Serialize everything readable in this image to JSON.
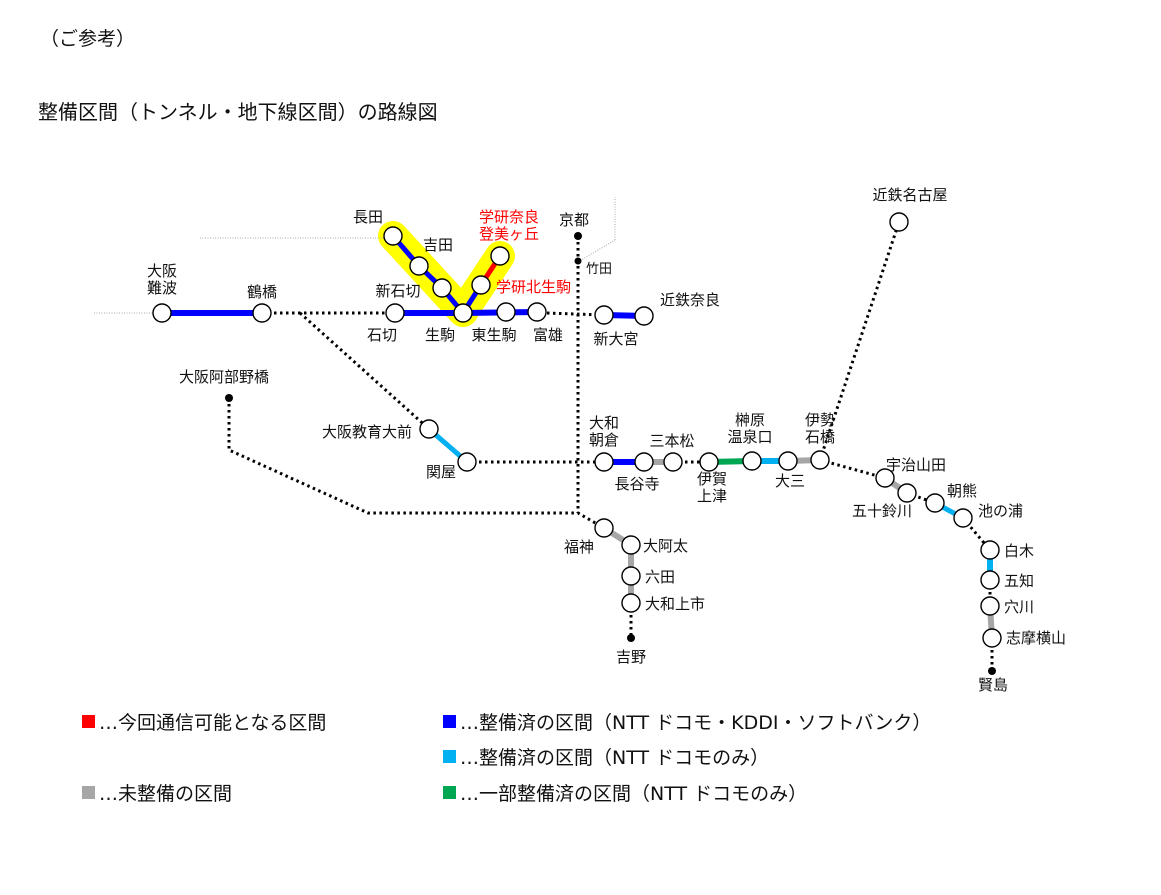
{
  "header": {
    "note": "（ご参考）",
    "title": "整備区間（トンネル・地下線区間）の路線図"
  },
  "colors": {
    "new": "#ff0000",
    "all_carriers": "#0000ff",
    "docomo_only": "#00b0f0",
    "partial_docomo": "#00a651",
    "not_yet": "#a6a6a6",
    "highlight": "#ffff00"
  },
  "stations": {
    "osaka_namba": "大阪\n難波",
    "tsuruhashi": "鶴橋",
    "nagata": "長田",
    "yoshida": "吉田",
    "shin_ishikiri": "新石切",
    "gakken_nara_tomigaoka": "学研奈良\n登美ヶ丘",
    "gakken_kita_ikoma": "学研北生駒",
    "ishikiri": "石切",
    "ikoma": "生駒",
    "higashi_ikoma": "東生駒",
    "tomio": "富雄",
    "kyoto": "京都",
    "takeda": "竹田",
    "shin_omiya": "新大宮",
    "kintetsu_nara": "近鉄奈良",
    "kintetsu_nagoya": "近鉄名古屋",
    "osaka_abenobashi": "大阪阿部野橋",
    "osaka_kyoiku_daimae": "大阪教育大前",
    "sekiya": "関屋",
    "yamato_asakura": "大和\n朝倉",
    "hasedera": "長谷寺",
    "sanbonmatsu": "三本松",
    "iga_kozu": "伊賀\n上津",
    "sakakibara_onsenguchi": "榊原\n温泉口",
    "ozato": "大三",
    "ise_ishibashi": "伊勢\n石橋",
    "ujiyamada": "宇治山田",
    "isuzugawa": "五十鈴川",
    "asama": "朝熊",
    "ikenoura": "池の浦",
    "fukugami": "福神",
    "oada": "大阿太",
    "mutsuda": "六田",
    "yamato_kamiichi": "大和上市",
    "yoshino": "吉野",
    "shiraki": "白木",
    "gochi": "五知",
    "anagawa": "穴川",
    "shima_yokoyama": "志摩横山",
    "kashikojima": "賢島"
  },
  "legend": {
    "new": "…今回通信可能となる区間",
    "not_yet": "…未整備の区間",
    "all_carriers": "…整備済の区間（NTT ドコモ・KDDI・ソフトバンク）",
    "docomo_only": "…整備済の区間（NTT ドコモのみ）",
    "partial_docomo": "…一部整備済の区間（NTT ドコモのみ）"
  }
}
